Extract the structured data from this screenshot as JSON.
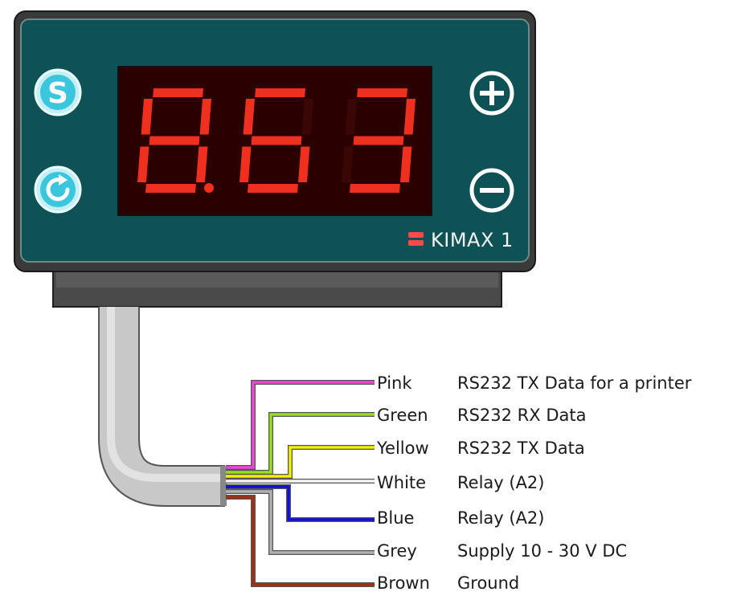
{
  "device": {
    "brand": "KIMAX 1",
    "display_value": "8.63",
    "colors": {
      "panel": "#0f5256",
      "panel_border": "#2c2c2c",
      "display_bg": "#2a0000",
      "segment_on": "#f0301e",
      "segment_off": "#3a0606",
      "brand_mark": "#ff4a4a"
    },
    "buttons": [
      {
        "name": "set-button",
        "icon": "s-letter-icon"
      },
      {
        "name": "reset-button",
        "icon": "refresh-icon"
      },
      {
        "name": "plus-button",
        "icon": "plus-circle-icon"
      },
      {
        "name": "minus-button",
        "icon": "minus-circle-icon"
      }
    ]
  },
  "wires": [
    {
      "color_name": "Pink",
      "function": "RS232 TX Data for a printer",
      "hex": "#ee44dd"
    },
    {
      "color_name": "Green",
      "function": "RS232 RX Data",
      "hex": "#99dd22"
    },
    {
      "color_name": "Yellow",
      "function": "RS232 TX Data",
      "hex": "#f0f000"
    },
    {
      "color_name": "White",
      "function": "Relay (A2)",
      "hex": "#f4f4f4"
    },
    {
      "color_name": "Blue",
      "function": "Relay (A2)",
      "hex": "#1010d8"
    },
    {
      "color_name": "Grey",
      "function": "Supply 10 - 30 V DC",
      "hex": "#b0b0b0"
    },
    {
      "color_name": "Brown",
      "function": "Ground",
      "hex": "#a03010"
    }
  ]
}
